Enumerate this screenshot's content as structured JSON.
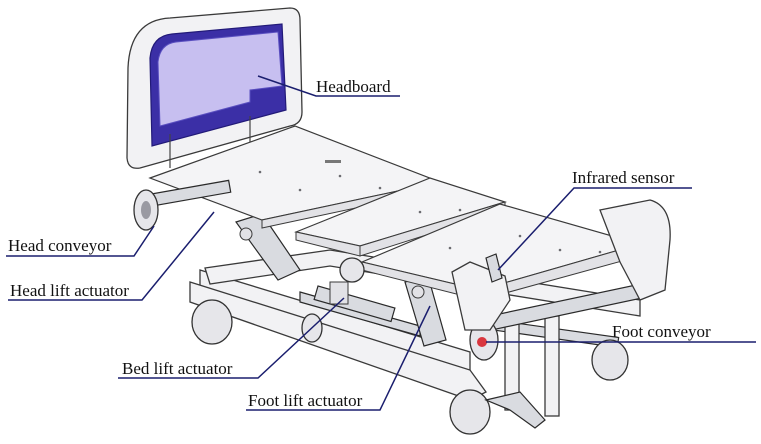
{
  "labels": {
    "headboard": "Headboard",
    "infrared_sensor": "Infrared sensor",
    "head_conveyor": "Head conveyor",
    "head_lift_actuator": "Head lift actuator",
    "foot_conveyor": "Foot conveyor",
    "bed_lift_actuator": "Bed lift actuator",
    "foot_lift_actuator": "Foot lift actuator"
  },
  "colors": {
    "headboard_panel": "#b9aee0",
    "headboard_rim": "#3b2fa6",
    "leader_line": "#1a1e6e",
    "sensor_accent": "#d9363e"
  }
}
